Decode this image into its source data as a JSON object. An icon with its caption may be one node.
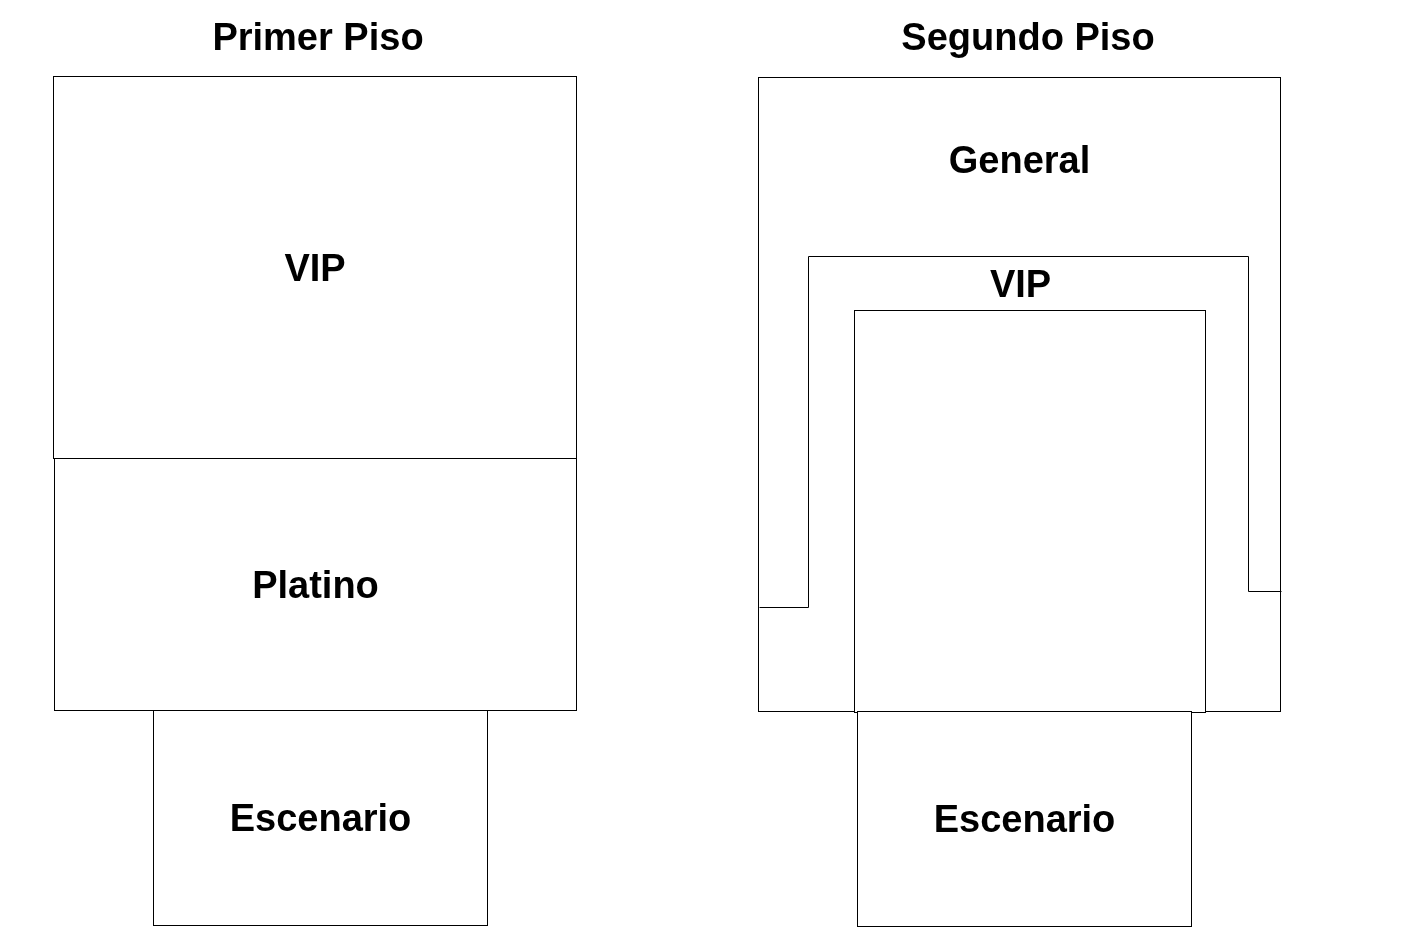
{
  "diagram": {
    "nodes": [
      {
        "text": [
          "VIP"
        ]
      },
      {
        "text": [
          "Platino"
        ]
      },
      {
        "text": [
          "Escenario"
        ]
      },
      {
        "text": [
          "General"
        ]
      },
      {
        "text": [
          "VIP"
        ],
        "in": 3
      },
      {
        "text": [],
        "shape": "box",
        "in": 3
      },
      {
        "text": [
          "Escenario"
        ]
      }
    ],
    "edges": [],
    "labels": [
      "Primer Piso",
      "Segundo Piso"
    ]
  }
}
